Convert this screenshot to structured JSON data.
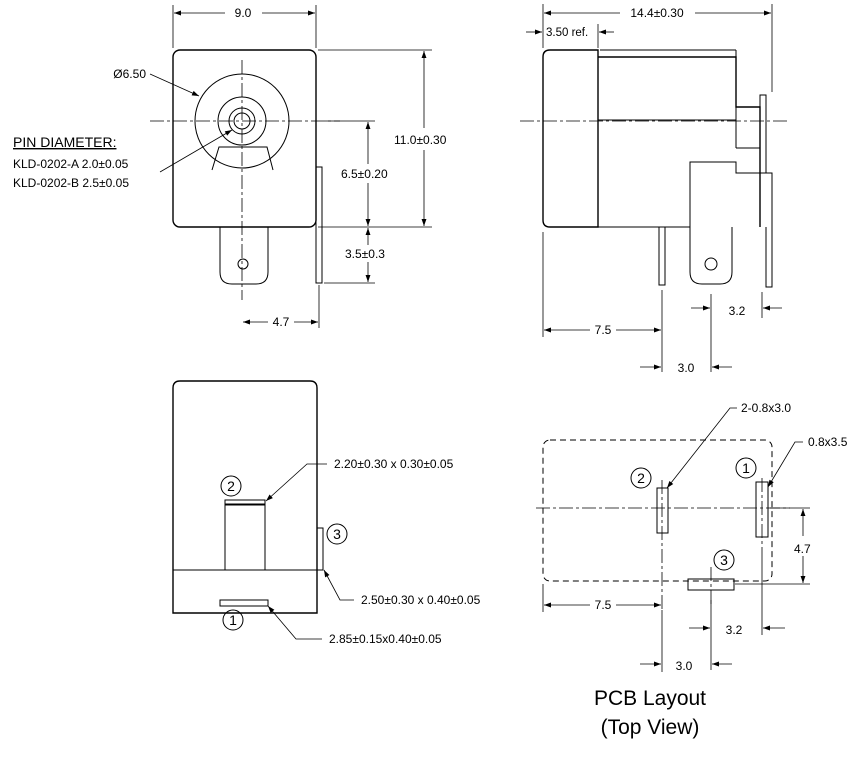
{
  "front_view": {
    "width_dim": "9.0",
    "body_diameter": "Ø6.50",
    "height_dim": "11.0±0.30",
    "center_height_dim": "6.5±0.20",
    "pin_length_dim": "3.5±0.3",
    "pin_offset_dim": "4.7",
    "pin_diameter_title": "PIN DIAMETER:",
    "pin_diameter_a": "KLD-0202-A 2.0±0.05",
    "pin_diameter_b": "KLD-0202-B 2.5±0.05"
  },
  "side_view": {
    "length_dim": "14.4±0.30",
    "ref_dim": "3.50 ref.",
    "dim_7_5": "7.5",
    "dim_3_0": "3.0",
    "dim_3_2": "3.2"
  },
  "bottom_view": {
    "pin2_label": "2",
    "pin3_label": "3",
    "pin1_label": "1",
    "pin2_size": "2.20±0.30 x 0.30±0.05",
    "pin3_size": "2.50±0.30 x 0.40±0.05",
    "pin1_size": "2.85±0.15x0.40±0.05"
  },
  "pcb_layout": {
    "title": "PCB Layout",
    "subtitle": "(Top View)",
    "slot_size_left": "2-0.8x3.0",
    "slot_size_right": "0.8x3.5",
    "pin2_label": "2",
    "pin1_label": "1",
    "pin3_label": "3",
    "dim_4_7": "4.7",
    "dim_7_5": "7.5",
    "dim_3_2": "3.2",
    "dim_3_0": "3.0"
  }
}
